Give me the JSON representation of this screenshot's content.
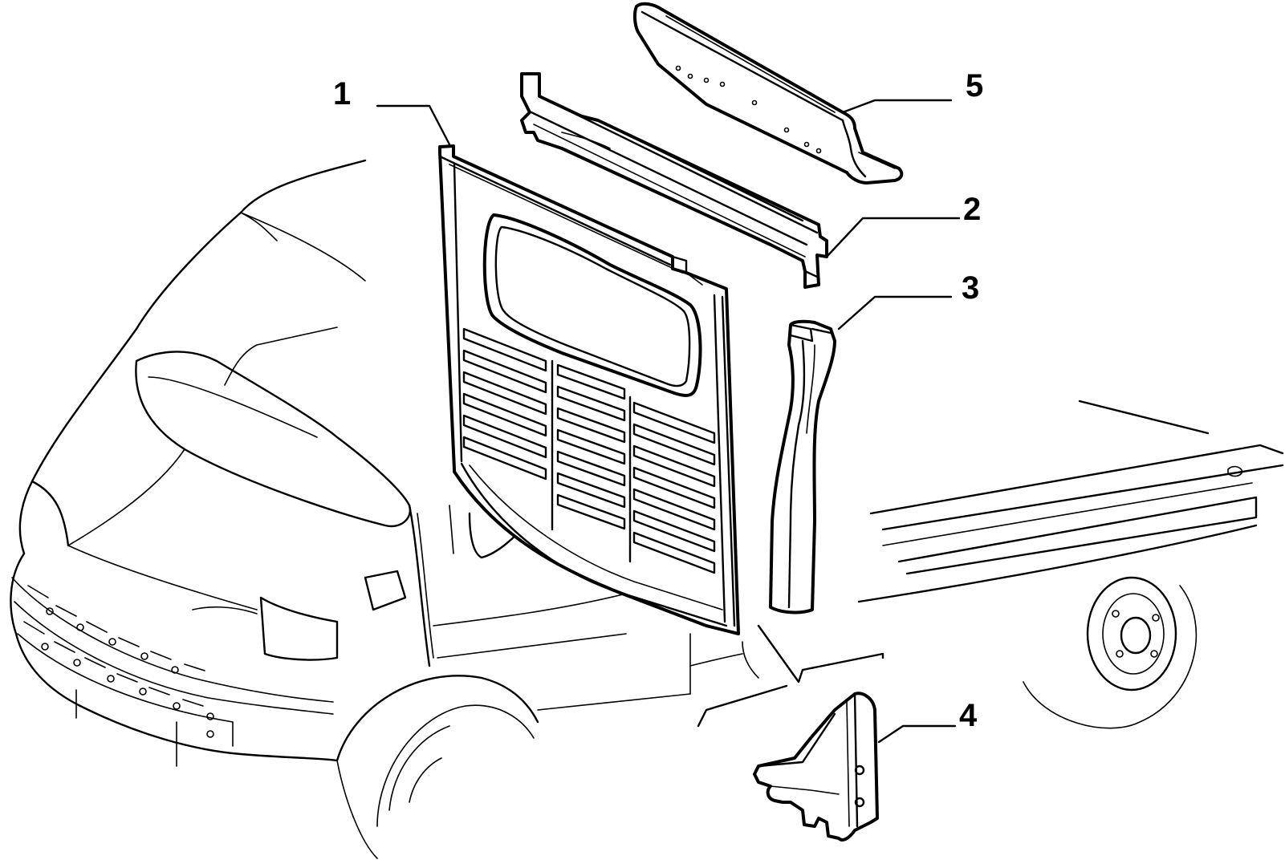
{
  "diagram": {
    "callouts": [
      "1",
      "2",
      "3",
      "4",
      "5"
    ],
    "colors": {
      "ink": "#000000",
      "background": "#ffffff"
    }
  }
}
